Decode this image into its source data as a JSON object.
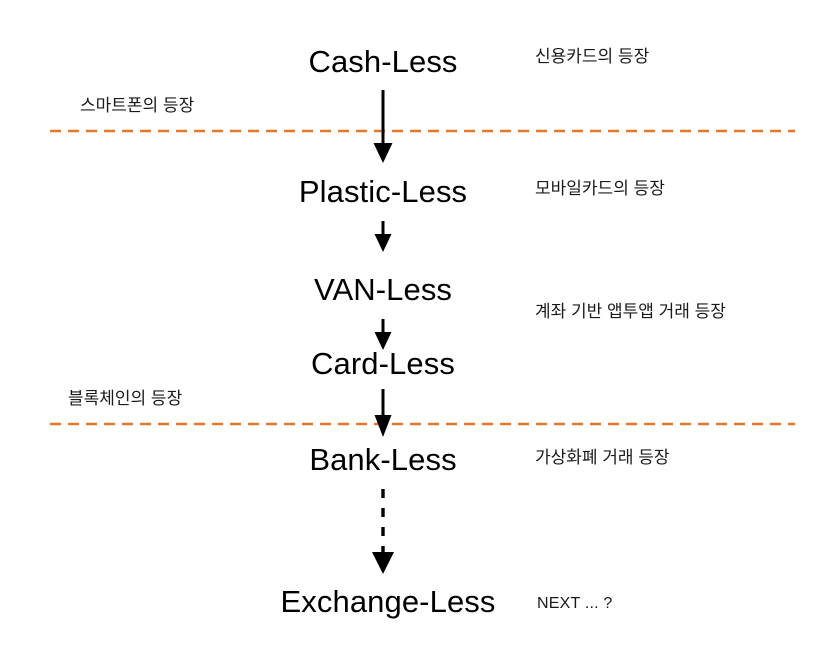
{
  "diagram": {
    "title": "Cashless evolution flow diagram",
    "accent_color": "#E3792F",
    "text_color": "#000000",
    "background": "#ffffff",
    "stages": [
      {
        "id": "cash-less",
        "label": "Cash-Less",
        "annotation": "신용카드의 등장"
      },
      {
        "id": "plastic-less",
        "label": "Plastic-Less",
        "annotation": "모바일카드의 등장"
      },
      {
        "id": "van-less",
        "label": "VAN-Less",
        "annotation": ""
      },
      {
        "id": "card-less",
        "label": "Card-Less",
        "annotation": "계좌 기반 앱투앱 거래 등장"
      },
      {
        "id": "bank-less",
        "label": "Bank-Less",
        "annotation": "가상화폐 거래 등장"
      },
      {
        "id": "exchange-less",
        "label": "Exchange-Less",
        "annotation": "NEXT ... ?"
      }
    ],
    "era_dividers": [
      {
        "id": "smartphone",
        "label": "스마트폰의 등장"
      },
      {
        "id": "blockchain",
        "label": "블록체인의 등장"
      }
    ],
    "connectors": [
      {
        "id": "cash-to-plastic",
        "style": "solid"
      },
      {
        "id": "plastic-to-van",
        "style": "solid"
      },
      {
        "id": "van-to-card",
        "style": "solid"
      },
      {
        "id": "card-to-bank",
        "style": "solid"
      },
      {
        "id": "bank-to-exchange",
        "style": "dashed"
      }
    ]
  }
}
